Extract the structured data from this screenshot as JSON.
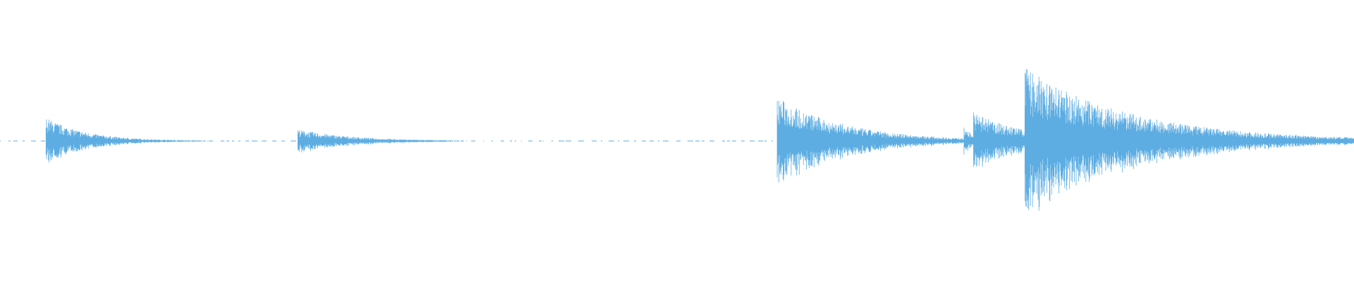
{
  "waveform": {
    "color": "#5dade2",
    "background": "#ffffff",
    "duration_fraction_with_audio": 0.92,
    "events": [
      {
        "onset": 0.034,
        "peak_amplitude": 0.24,
        "decay": 0.03,
        "label": ""
      },
      {
        "onset": 0.22,
        "peak_amplitude": 0.12,
        "decay": 0.04,
        "label": ""
      },
      {
        "onset": 0.574,
        "peak_amplitude": 0.45,
        "decay": 0.05,
        "label": ""
      },
      {
        "onset": 0.712,
        "peak_amplitude": 0.14,
        "decay": 0.01,
        "label": ""
      },
      {
        "onset": 0.719,
        "peak_amplitude": 0.29,
        "decay": 0.04,
        "label": ""
      },
      {
        "onset": 0.757,
        "peak_amplitude": 0.74,
        "decay": 0.08,
        "label": ""
      }
    ]
  }
}
